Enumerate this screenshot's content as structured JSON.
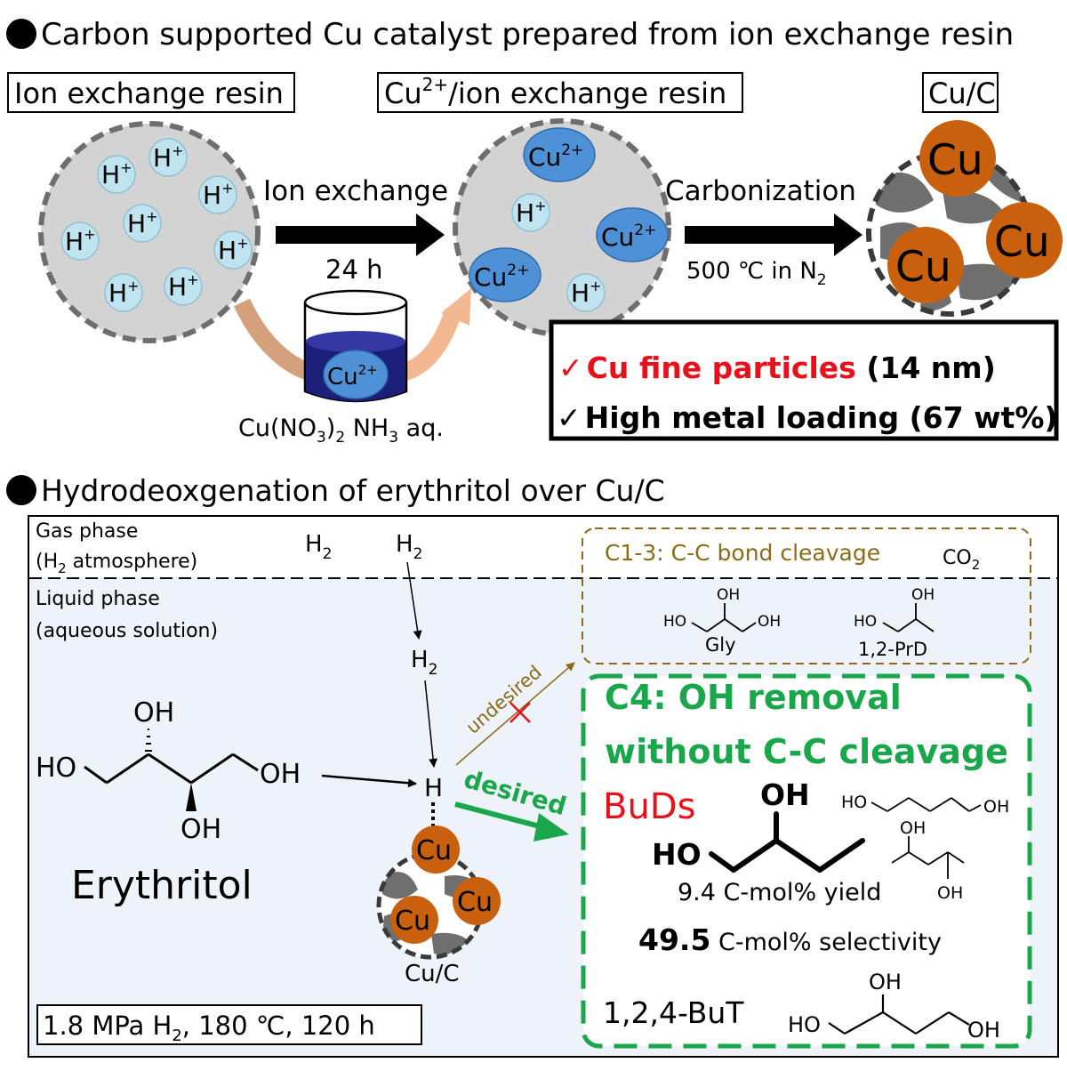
{
  "sections": {
    "prep_title": "Carbon supported Cu catalyst prepared from ion exchange resin",
    "hdo_title": "Hydrodeoxgenation of erythritol over Cu/C"
  },
  "prep": {
    "resin_label": "Ion exchange resin",
    "cu_resin_label_pre": "Cu",
    "cu_resin_label_sup": "2+",
    "cu_resin_label_post": "/ion exchange resin",
    "cuc_label": "Cu/C",
    "h_ion": "H",
    "plus": "+",
    "cu_ion": "Cu",
    "cu_charge": "2+",
    "cu": "Cu",
    "ion_exchange": "Ion exchange",
    "time": "24 h",
    "solution_pre": "Cu(NO",
    "solution_sub1": "3",
    "solution_mid": ")",
    "solution_sub2": "2",
    "solution_post": " NH",
    "solution_sub3": "3",
    "solution_end": " aq.",
    "carbonization": "Carbonization",
    "carb_cond_pre": "500 ",
    "carb_cond_deg": "℃",
    "carb_cond_mid": " in N",
    "carb_cond_sub": "2",
    "check": "✓",
    "result1_red": "Cu fine particles",
    "result1_black": " (14 nm)",
    "result2": "High metal loading (67 wt%)"
  },
  "hdo": {
    "gas_phase": "Gas phase",
    "gas_atm_pre": "(H",
    "gas_atm_sub": "2",
    "gas_atm_post": " atmosphere)",
    "liquid_phase": "Liquid phase",
    "liquid_sub": "(aqueous solution)",
    "h2": "H",
    "two": "2",
    "h": "H",
    "cu": "Cu",
    "cuc": "Cu/C",
    "erythritol": "Erythritol",
    "oh": "OH",
    "ho": "HO",
    "c13_title": "C1-3: C-C bond cleavage",
    "co": "CO",
    "gly": "Gly",
    "prd": "1,2-PrD",
    "undesired": "undesired",
    "desired": "desired",
    "c4_title_1": "C4: OH removal",
    "c4_title_2": "without C-C cleavage",
    "buds": "BuDs",
    "yield": "9.4 C-mol% yield",
    "selectivity_val": "49.5",
    "selectivity_text": " C-mol% selectivity",
    "but": "1,2,4-BuT",
    "cond_pre": "1.8 MPa H",
    "cond_sub": "2",
    "cond_mid": ", 180 ",
    "cond_deg": "℃",
    "cond_post": ", 120 h"
  },
  "colors": {
    "red": "#e8101a",
    "green": "#1aa64a",
    "olive": "#8b6a1a",
    "copper": "#c8600e",
    "ion_blue": "#4f91d6",
    "h_blue": "#bfe3ef",
    "panel_bg": "#eef3f9",
    "navy": "#1c1f78"
  }
}
